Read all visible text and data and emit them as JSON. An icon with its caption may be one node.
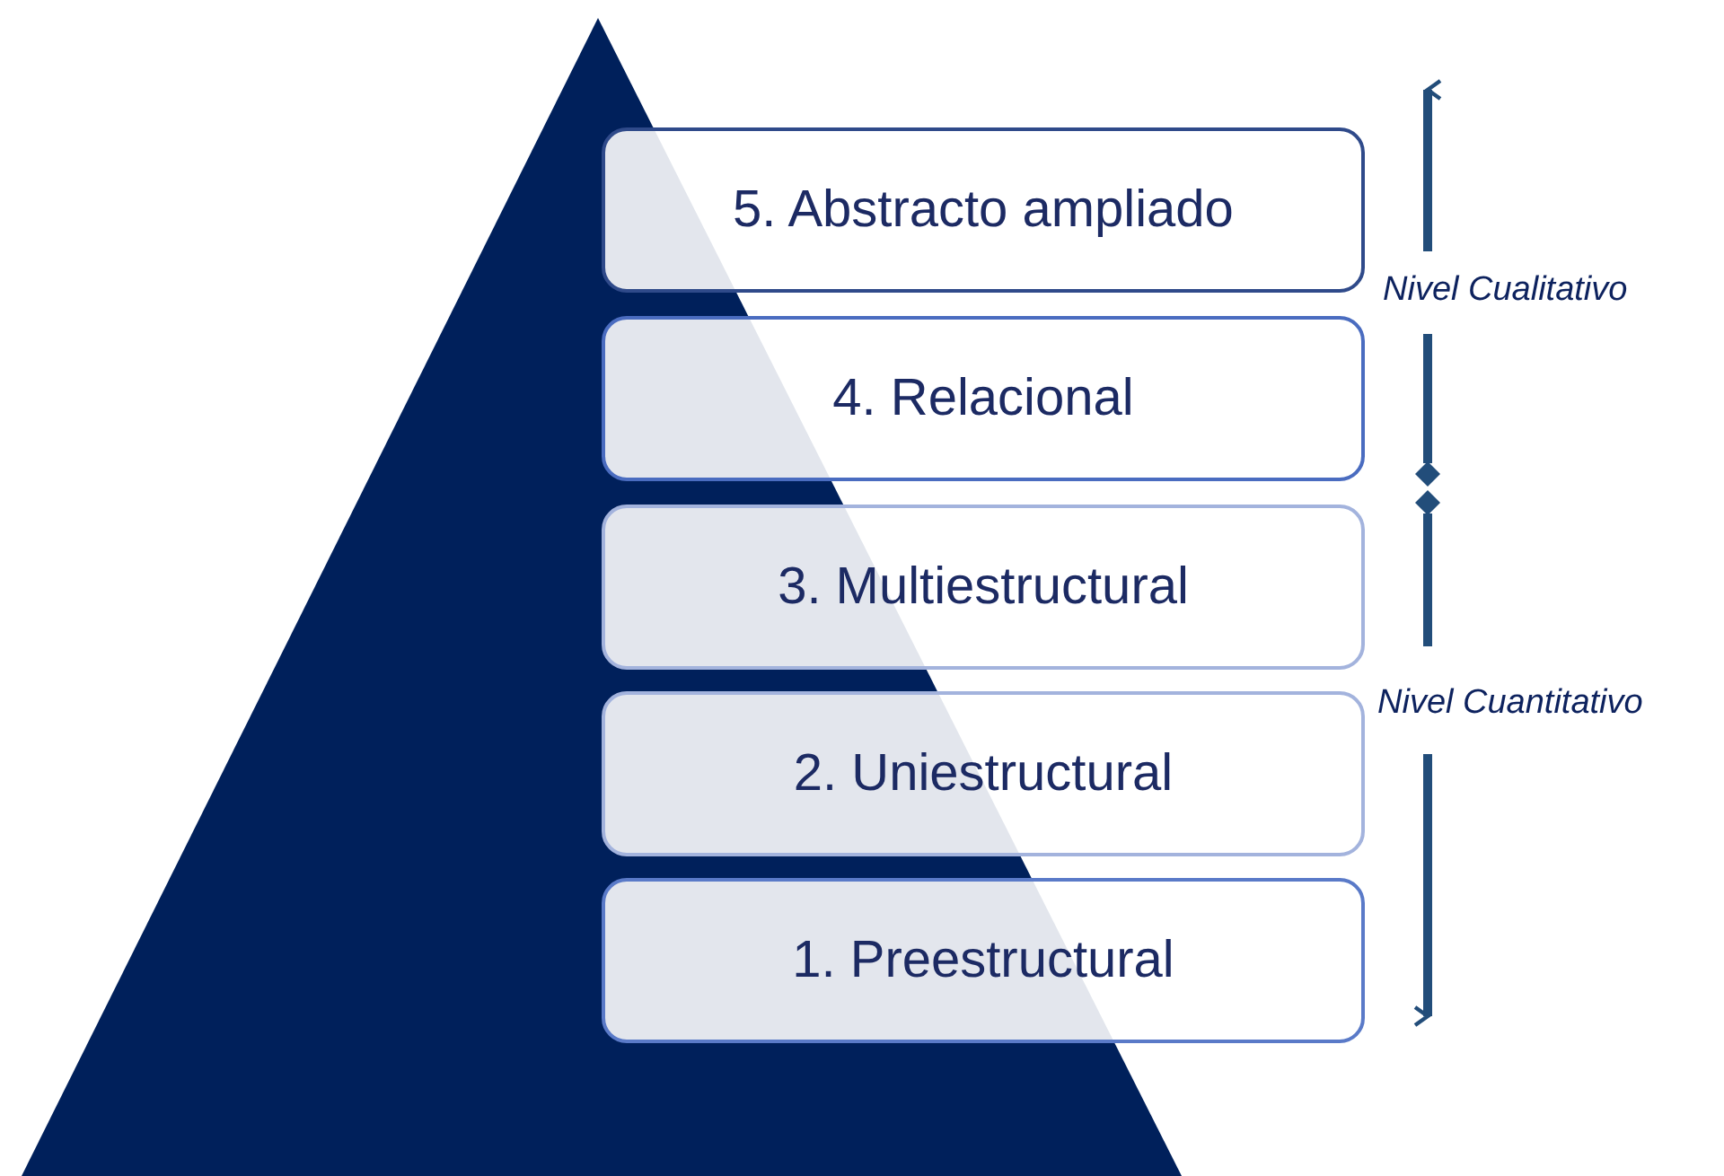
{
  "diagram": {
    "nodes": [
      {
        "text": [
          "5. Abstracto ampliado"
        ]
      },
      {
        "text": [
          "4. Relacional"
        ]
      },
      {
        "text": [
          "3. Multiestructural"
        ]
      },
      {
        "text": [
          "2. Uniestructural"
        ]
      },
      {
        "text": [
          "1. Preestructural"
        ]
      }
    ],
    "labels": [
      "Nivel Cualitativo",
      "Nivel Cuantitativo"
    ]
  }
}
